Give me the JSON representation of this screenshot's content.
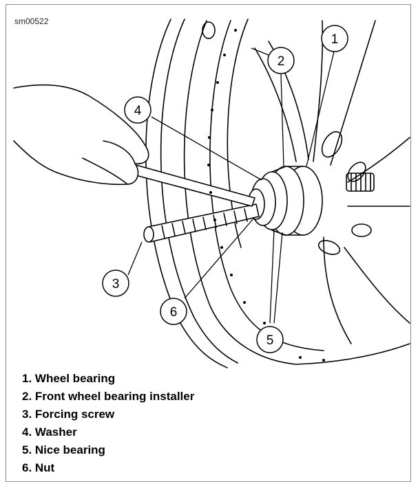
{
  "figure_ref": "sm00522",
  "callouts": [
    "1",
    "2",
    "3",
    "4",
    "5",
    "6"
  ],
  "legend": [
    "1. Wheel bearing",
    "2. Front wheel bearing installer",
    "3. Forcing screw",
    "4. Washer",
    "5. Nice bearing",
    "6. Nut"
  ]
}
